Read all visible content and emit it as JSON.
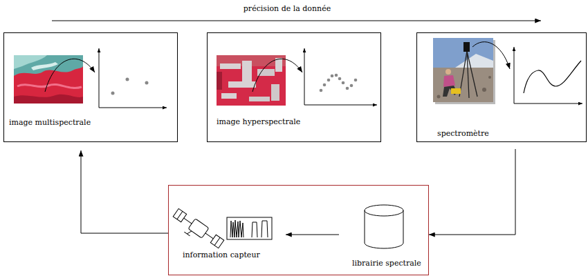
{
  "diagram": {
    "nodes": [
      {
        "text": [
          "image multispectrale"
        ]
      },
      {
        "text": [
          "image hyperspectrale"
        ]
      },
      {
        "text": [
          "spectromètre"
        ]
      },
      {
        "text": []
      },
      {
        "text": [
          "information capteur"
        ],
        "in": 3
      },
      {
        "text": [
          "librairie spectrale"
        ],
        "in": 3
      }
    ],
    "edges": [
      {
        "from": 2,
        "to": 3,
        "arrow": "to"
      },
      {
        "from": 5,
        "to": 4,
        "arrow": "to"
      },
      {
        "from": 3,
        "to": 0,
        "arrow": "to"
      }
    ],
    "labels": [
      "précision de la donnée"
    ]
  }
}
